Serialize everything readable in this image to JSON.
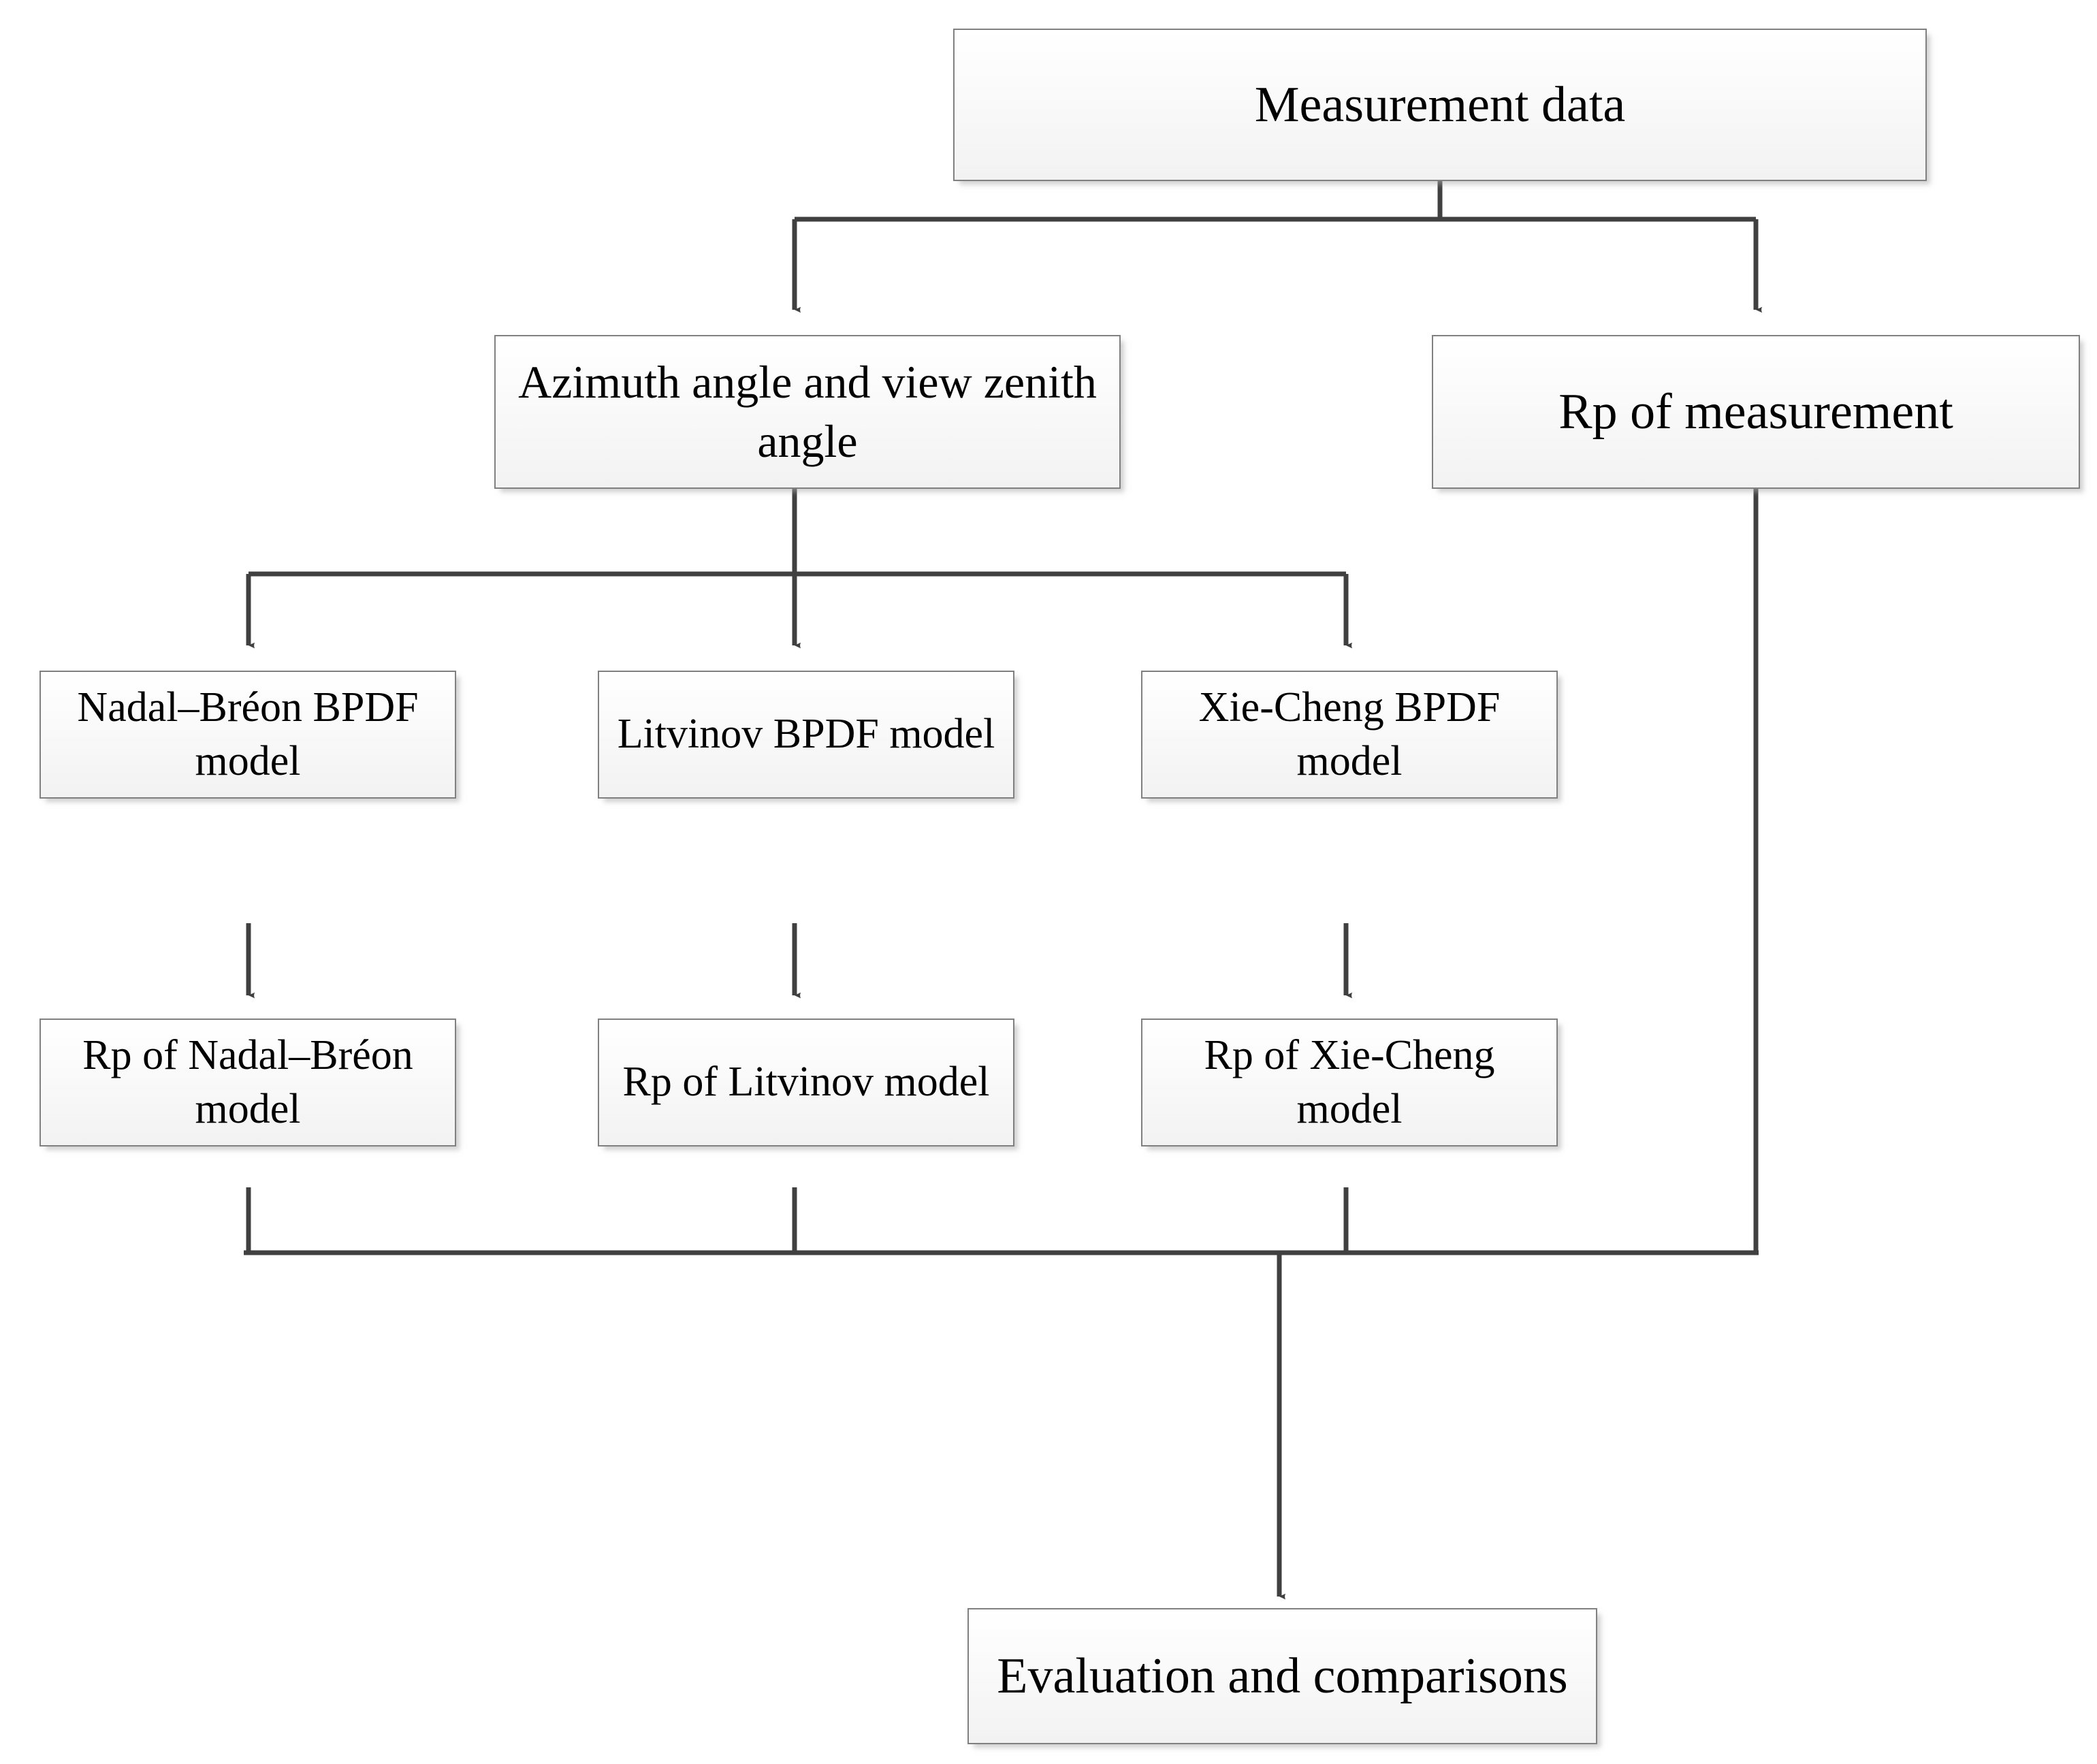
{
  "diagram": {
    "title": "BPDF model evaluation flowchart",
    "style": {
      "node_fill_top": "#ffffff",
      "node_fill_bottom": "#f2f2f2",
      "node_border": "#808080",
      "edge_color": "#404040",
      "text_color": "#000000",
      "background": "#ffffff"
    },
    "nodes": [
      {
        "id": "measurement-data",
        "label": "Measurement data"
      },
      {
        "id": "azimuth-zenith",
        "label": "Azimuth angle and view zenith angle"
      },
      {
        "id": "rp-measurement",
        "label": "Rp of measurement"
      },
      {
        "id": "nadal-breon-model",
        "label": "Nadal–Bréon BPDF model"
      },
      {
        "id": "litvinov-model",
        "label": "Litvinov BPDF model"
      },
      {
        "id": "xie-cheng-model",
        "label": "Xie-Cheng BPDF model"
      },
      {
        "id": "rp-nadal-breon",
        "label": "Rp of Nadal–Bréon model"
      },
      {
        "id": "rp-litvinov",
        "label": "Rp of Litvinov model"
      },
      {
        "id": "rp-xie-cheng",
        "label": "Rp of Xie-Cheng model"
      },
      {
        "id": "evaluation",
        "label": "Evaluation and comparisons"
      }
    ],
    "edges": [
      {
        "from": "measurement-data",
        "to": "azimuth-zenith"
      },
      {
        "from": "measurement-data",
        "to": "rp-measurement"
      },
      {
        "from": "azimuth-zenith",
        "to": "nadal-breon-model"
      },
      {
        "from": "azimuth-zenith",
        "to": "litvinov-model"
      },
      {
        "from": "azimuth-zenith",
        "to": "xie-cheng-model"
      },
      {
        "from": "nadal-breon-model",
        "to": "rp-nadal-breon"
      },
      {
        "from": "litvinov-model",
        "to": "rp-litvinov"
      },
      {
        "from": "xie-cheng-model",
        "to": "rp-xie-cheng"
      },
      {
        "from": "rp-nadal-breon",
        "to": "evaluation"
      },
      {
        "from": "rp-litvinov",
        "to": "evaluation"
      },
      {
        "from": "rp-xie-cheng",
        "to": "evaluation"
      },
      {
        "from": "rp-measurement",
        "to": "evaluation"
      }
    ]
  }
}
